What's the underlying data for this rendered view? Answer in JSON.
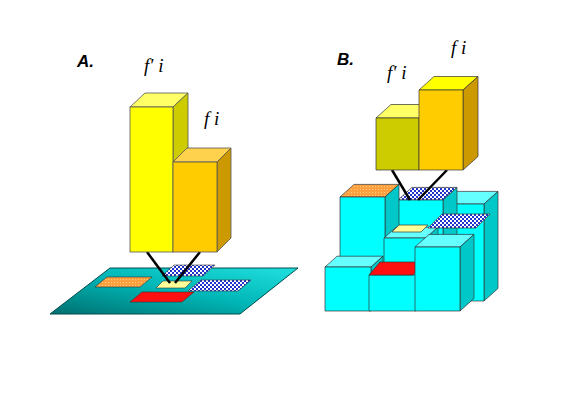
{
  "diagram": {
    "labels": [
      "A.",
      "f′ i",
      "f i",
      "B.",
      "f′ i",
      "f i"
    ]
  }
}
